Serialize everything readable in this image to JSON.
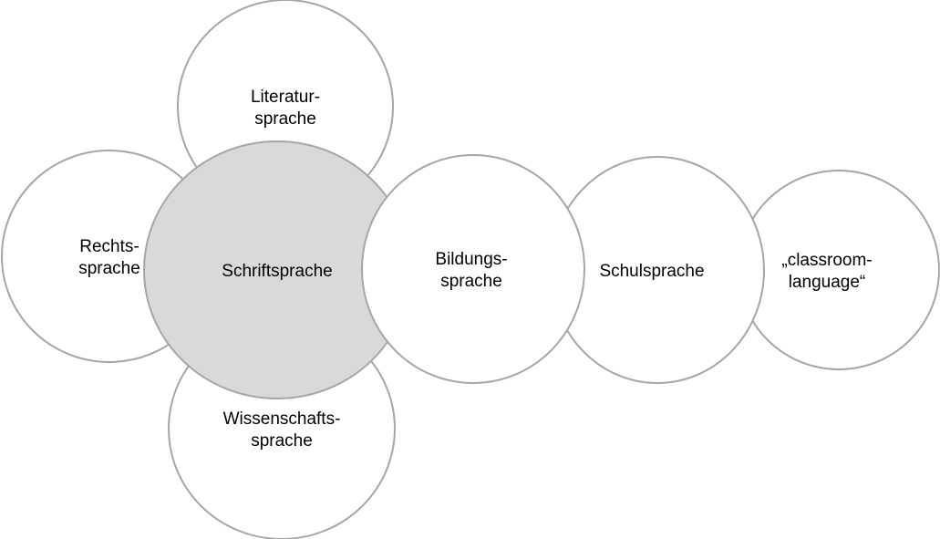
{
  "colors": {
    "stroke": "#a6a6a6",
    "fill": "#ffffff",
    "highlight_fill": "#d9d9d9"
  },
  "nodes": [
    {
      "id": "classroom",
      "lines": [
        "„classroom-",
        "language“"
      ],
      "highlighted": false
    },
    {
      "id": "schul",
      "lines": [
        "Schulsprache"
      ],
      "highlighted": false
    },
    {
      "id": "literatur",
      "lines": [
        "Literatur-",
        "sprache"
      ],
      "highlighted": false
    },
    {
      "id": "rechts",
      "lines": [
        "Rechts-",
        "sprache"
      ],
      "highlighted": false
    },
    {
      "id": "wissenschaft",
      "lines": [
        "Wissenschafts-",
        "sprache"
      ],
      "highlighted": false
    },
    {
      "id": "schrift",
      "lines": [
        "Schriftsprache"
      ],
      "highlighted": true
    },
    {
      "id": "bildung",
      "lines": [
        "Bildungs-",
        "sprache"
      ],
      "highlighted": false
    }
  ]
}
